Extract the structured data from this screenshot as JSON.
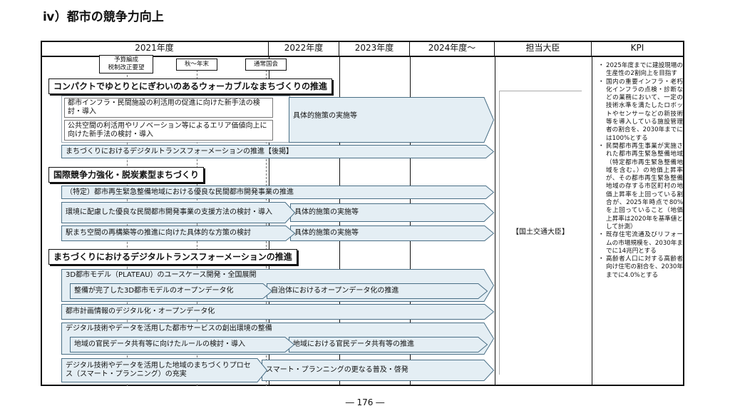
{
  "heading": "ⅳ）都市の競争力向上",
  "columns": [
    "2021年度",
    "2022年度",
    "2023年度",
    "2024年度～",
    "担当大臣",
    "KPI"
  ],
  "timeline_tags": {
    "budget": [
      "予算編成",
      "税制改正要望"
    ],
    "autumn": "秋～年末",
    "diet": "通常国会"
  },
  "sections": [
    {
      "title": "コンパクトでゆとりとにぎわいのあるウォーカブルなまちづくりの推進",
      "group": {
        "rows": [
          "都市インフラ・民間施設の利活用の促進に向けた新手法の検討・導入",
          "公共空間の利活用やリノベーション等によるエリア価値向上に向けた新手法の検討・導入"
        ],
        "follow": "具体的施策の実施等"
      },
      "items": [
        "まちづくりにおけるデジタルトランスフォーメーションの推進【後掲】"
      ]
    },
    {
      "title": "国際競争力強化・脱炭素型まちづくり",
      "items": [
        {
          "text": "（特定）都市再生緊急整備地域における優良な民間都市開発事業の推進"
        },
        {
          "text": "環境に配慮した優良な民間都市開発事業の支援方法の検討・導入",
          "follow": "具体的施策の実施等"
        },
        {
          "text": "駅まち空間の再構築等の推進に向けた具体的な方策の検討",
          "follow": "具体的施策の実施等"
        }
      ]
    },
    {
      "title": "まちづくりにおけるデジタルトランスフォーメーションの推進",
      "items": [
        {
          "text": "3D都市モデル（PLATEAU）のユースケース開発・全国展開",
          "sub": "整備が完了した3D都市モデルのオープンデータ化",
          "follow": "自治体におけるオープンデータ化の推進"
        },
        {
          "text": "都市計画情報のデジタル化・オープンデータ化"
        },
        {
          "text": "デジタル技術やデータを活用した都市サービスの創出環境の整備",
          "sub": "地域の官民データ共有等に向けたルールの検討・導入",
          "follow": "地域における官民データ共有等の推進"
        },
        {
          "text": "デジタル技術やデータを活用した地域のまちづくりプロセス（スマート・プランニング）の充実",
          "follow": "スマート・プランニングの更なる普及・啓発"
        }
      ]
    }
  ],
  "minister": "【国土交通大臣】",
  "kpi": [
    "2025年度までに建設現場の生産性の2割向上を目指す",
    "国内の重要インフラ・老朽化インフラの点検・診断などの業務において、一定の技術水準を満たしたロボットやセンサーなどの新技術等を導入している施設管理者の割合を、2030年までには100%とする",
    "民間都市再生事業が実施された都市再生緊急整備地域（特定都市再生緊急整備地域を含む。）の地価上昇率が、その都市再生緊急整備地域の存する市区町村の地価上昇率を上回っている割合が、2025年時点で80%を上回っていること（地価上昇率は2020年を基準値として計測）",
    "既存住宅流通及びリフォームの市場規模を、2030年までに14兆円とする",
    "高齢者人口に対する高齢者向け住宅の割合を、2030年までに4.0%とする"
  ],
  "page_number": "― 176 ―",
  "colors": {
    "arrow_fill": "#e4eef4",
    "arrow_stroke": "#4a6f86",
    "border": "#111111"
  }
}
